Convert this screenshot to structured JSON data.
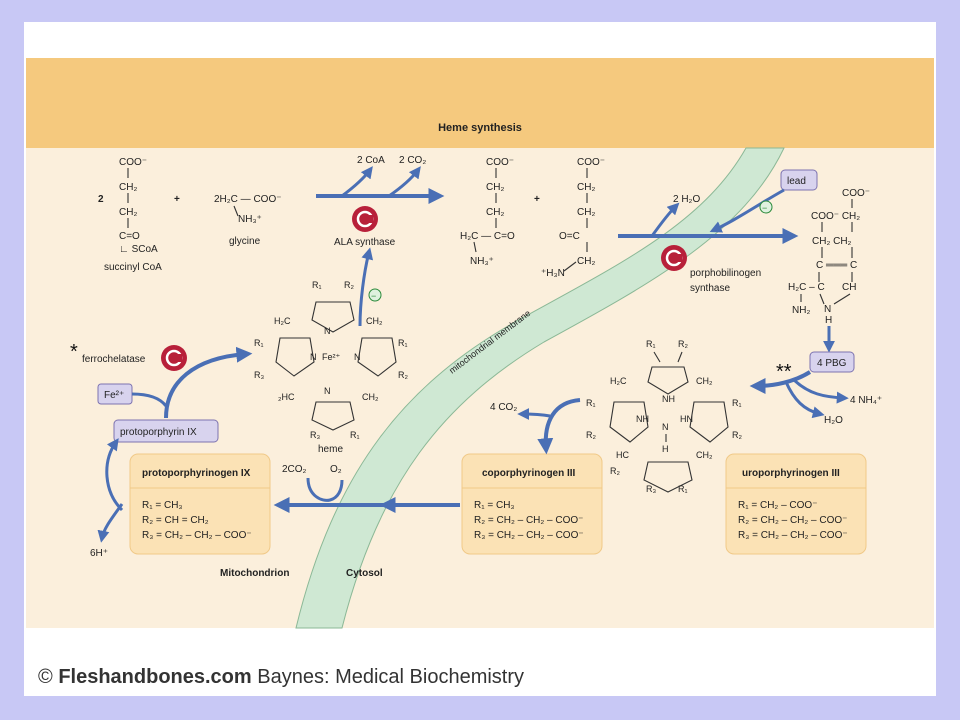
{
  "title": "Heme synthesis",
  "credit": {
    "copyright": "©",
    "site": "Fleshandbones.com",
    "book": "Baynes: Medical Biochemistry"
  },
  "compartments": {
    "mito": "Mitochondrion",
    "cytosol": "Cytosol",
    "membrane": "mitochondrial membrane"
  },
  "enzymes": {
    "ala_synthase": "ALA synthase",
    "pbg_synthase_1": "porphobilinogen",
    "pbg_synthase_2": "synthase",
    "ferrochelatase": "ferrochelatase"
  },
  "markers": {
    "single": "*",
    "double": "**"
  },
  "inhibitor": {
    "lead": "lead",
    "minus": "−"
  },
  "labels": {
    "succinyl": "succinyl CoA",
    "glycine": "glycine",
    "heme": "heme",
    "coef2": "2",
    "plus": "+",
    "two_coa": "2 CoA",
    "two_co2": "2 CO₂",
    "two_h2o": "2 H₂O",
    "four_pbg": "4 PBG",
    "four_nh4": "4 NH₄⁺",
    "h2o": "H₂O",
    "four_co2": "4 CO₂",
    "two_co2_b": "2CO₂",
    "o2": "O₂",
    "fe": "Fe²⁺",
    "protoporphyrin": "protoporphyrin IX",
    "six_h": "6H⁺"
  },
  "boxes": {
    "protoporphyrinogen": {
      "title": "protoporphyrinogen IX",
      "r1": "R₁ = CH₃",
      "r2": "R₂ = CH = CH₂",
      "r3": "R₃ = CH₂ – CH₂ – COO⁻"
    },
    "coproporphyrinogen": {
      "title": "coporphyrinogen III",
      "r1": "R₁ = CH₃",
      "r2": "R₂ = CH₂ – CH₂ – COO⁻",
      "r3": "R₃ = CH₂ – CH₂ – COO⁻"
    },
    "uroporphyrinogen": {
      "title": "uroporphyrinogen III",
      "r1": "R₁ = CH₂ – COO⁻",
      "r2": "R₂ = CH₂ – CH₂ – COO⁻",
      "r3": "R₃ = CH₂ – CH₂ – COO⁻"
    }
  },
  "colors": {
    "banner": "#f5c97e",
    "background": "#fbefdc",
    "arrow": "#4a6fb5",
    "membrane": "#cfe8d3",
    "enzyme": "#b8203a",
    "box": "#fbe2b5"
  }
}
